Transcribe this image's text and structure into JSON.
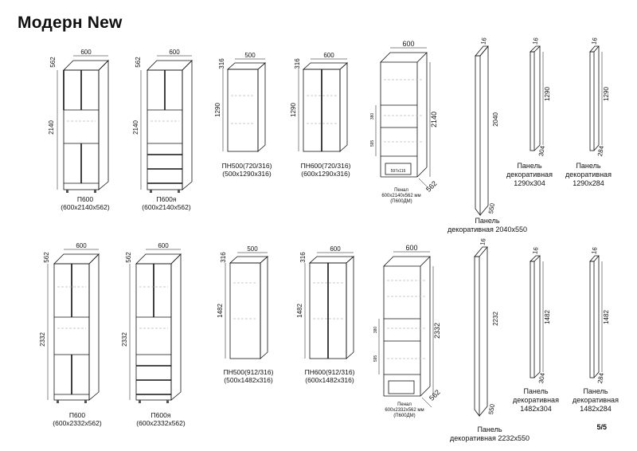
{
  "title": "Модерн New",
  "page_number": "5/5",
  "row1": {
    "cab1": {
      "depth": "562",
      "width": "600",
      "height": "2140",
      "name": "П600",
      "size": "(600x2140x562)"
    },
    "cab2": {
      "depth": "562",
      "width": "600",
      "height": "2140",
      "name": "П600я",
      "size": "(600x2140x562)"
    },
    "wall1": {
      "depth": "316",
      "width": "500",
      "height": "1290",
      "name": "ПН500(720/316)",
      "size": "(500x1290x316)"
    },
    "wall2": {
      "depth": "316",
      "width": "600",
      "height": "1290",
      "name": "ПН600(720/316)",
      "size": "(600x1290x316)"
    },
    "frame": {
      "width": "600",
      "height": "2140",
      "depth": "562",
      "dim_a": "380",
      "dim_b": "595",
      "dim_c": "597x116",
      "name": "Пенал",
      "size": "600x2140x562 мм",
      "code": "(П600ДМ)"
    },
    "panel_big": {
      "thick": "16",
      "height": "2040",
      "depth": "550",
      "name": "Панель",
      "size": "декоративная 2040x550"
    },
    "panel_s1": {
      "thick": "16",
      "height": "1290",
      "depth": "304",
      "name": "Панель",
      "name2": "декоративная",
      "size": "1290x304"
    },
    "panel_s2": {
      "thick": "16",
      "height": "1290",
      "depth": "284",
      "name": "Панель",
      "name2": "декоративная",
      "size": "1290x284"
    }
  },
  "row2": {
    "cab1": {
      "depth": "562",
      "width": "600",
      "height": "2332",
      "name": "П600",
      "size": "(600x2332x562)"
    },
    "cab2": {
      "depth": "562",
      "width": "600",
      "height": "2332",
      "name": "П600я",
      "size": "(600x2332x562)"
    },
    "wall1": {
      "depth": "316",
      "width": "500",
      "height": "1482",
      "name": "ПН500(912/316)",
      "size": "(500x1482x316)"
    },
    "wall2": {
      "depth": "316",
      "width": "600",
      "height": "1482",
      "name": "ПН600(912/316)",
      "size": "(600x1482x316)"
    },
    "frame": {
      "width": "600",
      "height": "2332",
      "depth": "562",
      "dim_a": "380",
      "dim_b": "595",
      "name": "Пенал",
      "size": "600x2332x562 мм",
      "code": "(П600ДМ)"
    },
    "panel_big": {
      "thick": "16",
      "height": "2232",
      "depth": "550",
      "name": "Панель",
      "size": "декоративная 2232x550"
    },
    "panel_s1": {
      "thick": "16",
      "height": "1482",
      "depth": "304",
      "name": "Панель",
      "name2": "декоративная",
      "size": "1482x304"
    },
    "panel_s2": {
      "thick": "16",
      "height": "1482",
      "depth": "284",
      "name": "Панель",
      "name2": "декоративная",
      "size": "1482x284"
    }
  }
}
